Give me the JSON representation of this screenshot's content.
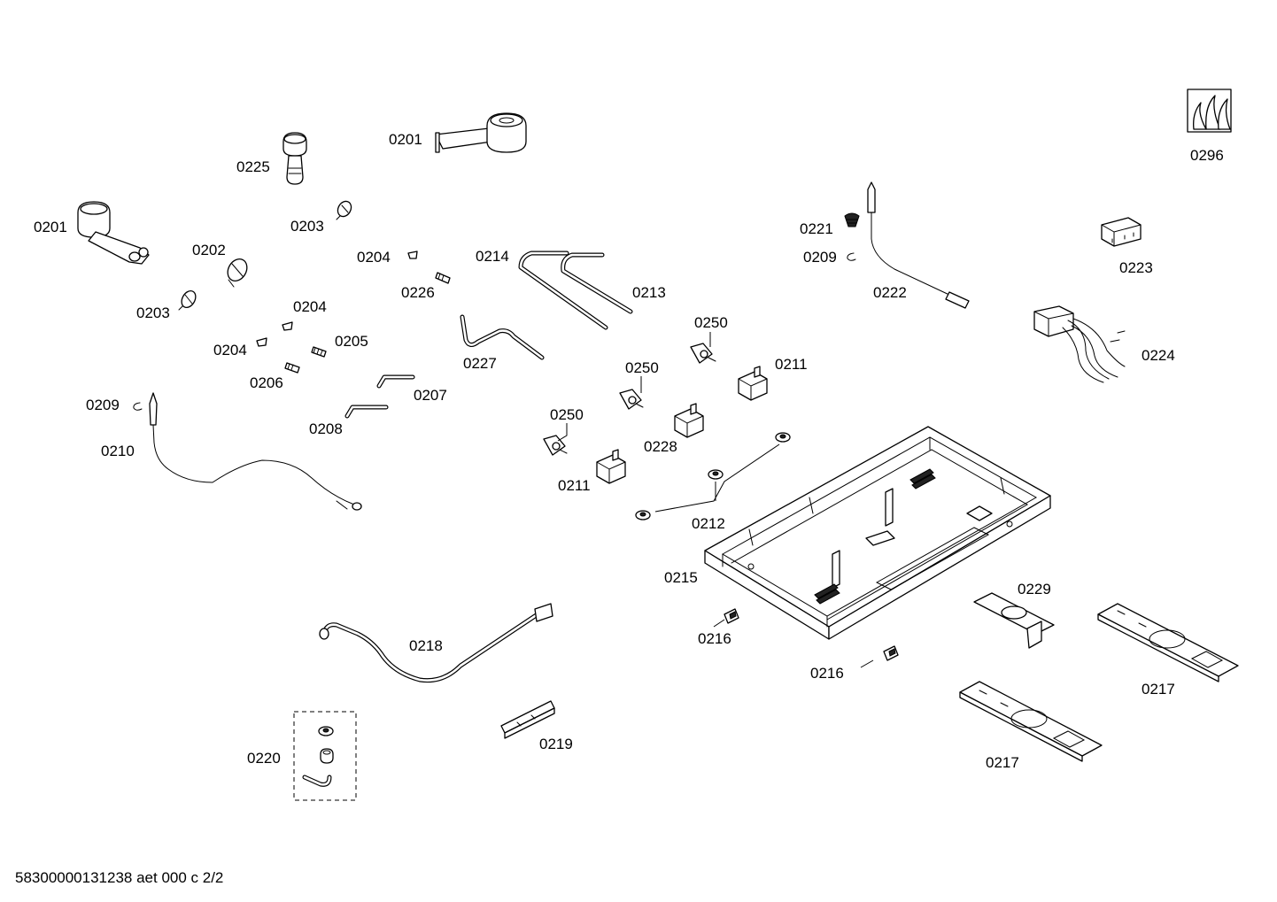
{
  "labels": {
    "l0201a": "0201",
    "l0201b": "0201",
    "l0225": "0225",
    "l0203a": "0203",
    "l0203b": "0203",
    "l0202": "0202",
    "l0204a": "0204",
    "l0204b": "0204",
    "l0204c": "0204",
    "l0205": "0205",
    "l0206": "0206",
    "l0226": "0226",
    "l0214": "0214",
    "l0213": "0213",
    "l0227": "0227",
    "l0207": "0207",
    "l0208": "0208",
    "l0209a": "0209",
    "l0209b": "0209",
    "l0210": "0210",
    "l0221": "0221",
    "l0222": "0222",
    "l0223": "0223",
    "l0224": "0224",
    "l0296": "0296",
    "l0250a": "0250",
    "l0250b": "0250",
    "l0250c": "0250",
    "l0211a": "0211",
    "l0211b": "0211",
    "l0228": "0228",
    "l0212": "0212",
    "l0215": "0215",
    "l0216a": "0216",
    "l0216b": "0216",
    "l0229": "0229",
    "l0217a": "0217",
    "l0217b": "0217",
    "l0218": "0218",
    "l0219": "0219",
    "l0220": "0220"
  },
  "footer": "58300000131238 aet 000 c 2/2",
  "icons": {
    "gas_symbol": "gas-flame-icon"
  }
}
